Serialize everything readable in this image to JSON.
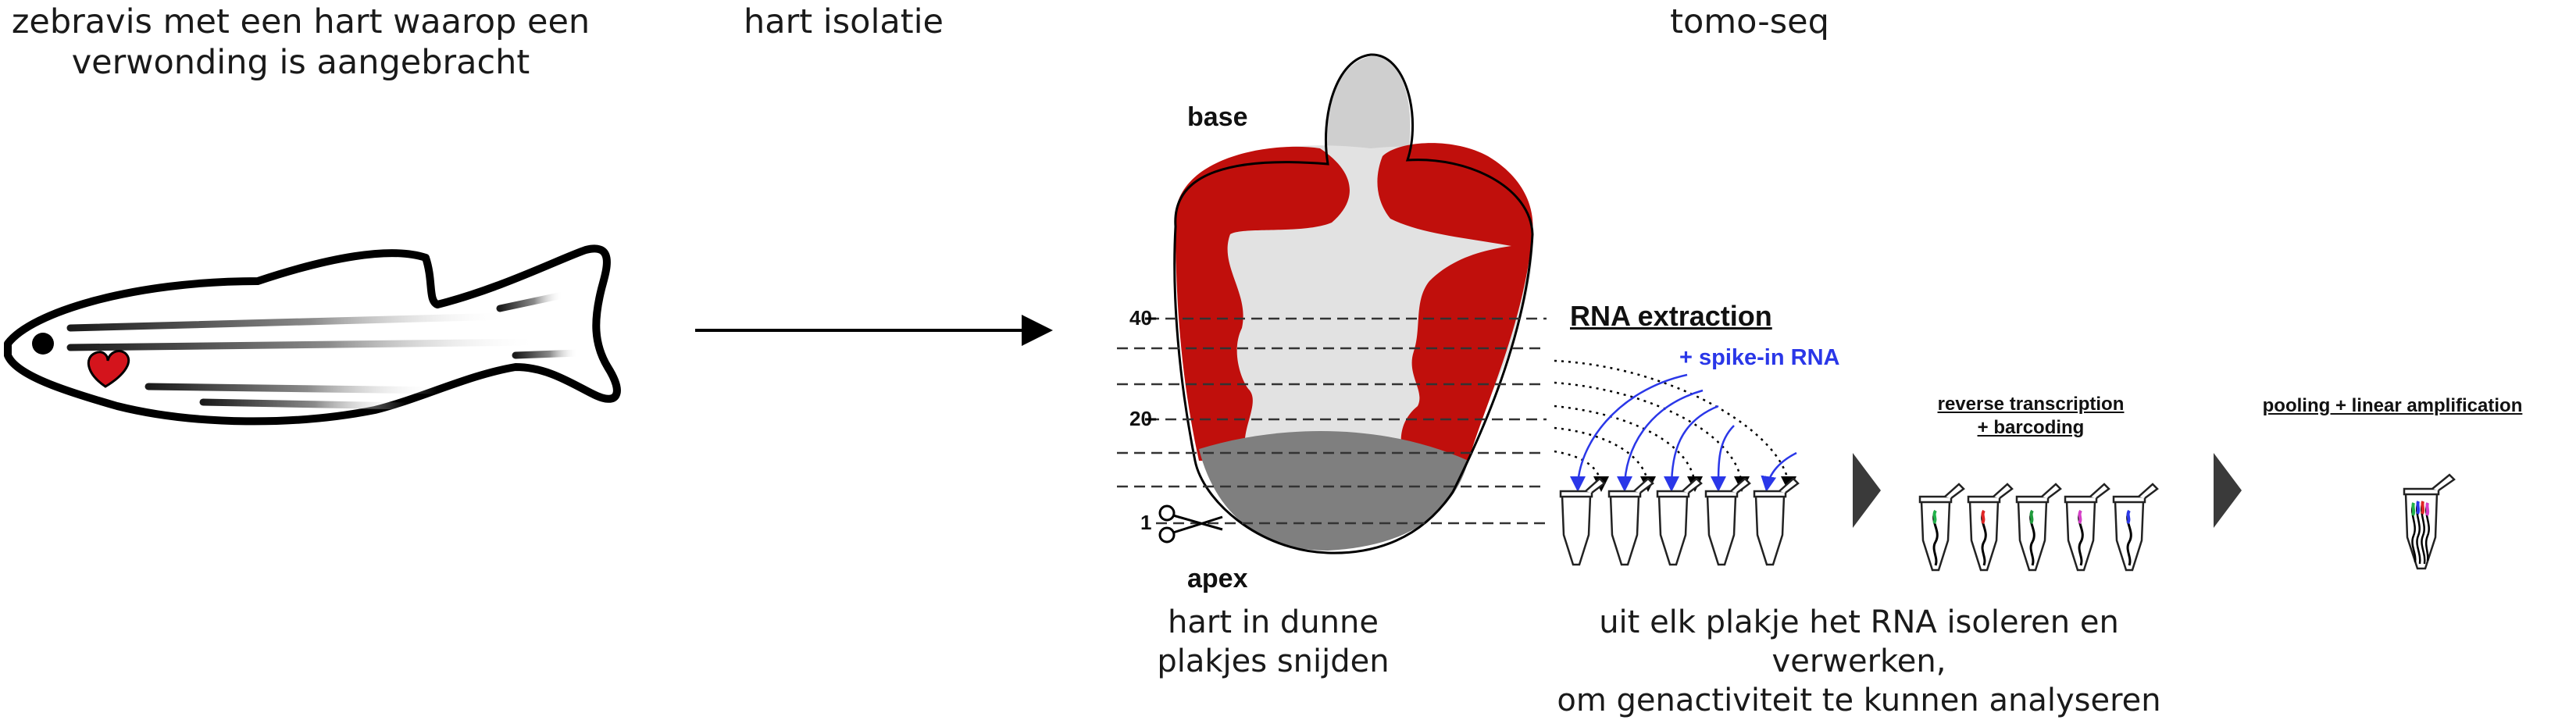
{
  "captions": {
    "fish_title_line1": "zebravis met een hart waarop een",
    "fish_title_line2": "verwonding is aangebracht",
    "isolation_title": "hart isolatie",
    "tomo_title": "tomo-seq",
    "slicing_line1": "hart in dunne",
    "slicing_line2": "plakjes snijden",
    "rna_line1": "uit elk plakje het RNA isoleren en verwerken,",
    "rna_line2": "om genactiviteit te kunnen analyseren"
  },
  "heart": {
    "base_label": "base",
    "apex_label": "apex",
    "section_numbers": [
      "40",
      "20",
      "1"
    ]
  },
  "steps": {
    "rna_extraction": "RNA extraction",
    "spike_in": "+ spike-in RNA",
    "rt_line1": "reverse transcription",
    "rt_line2": "+ barcoding",
    "pooling": "pooling + linear amplification"
  },
  "colors": {
    "heart_red": "#c00f0c",
    "tissue_light": "#e2e2e2",
    "tissue_mid": "#cfcfcf",
    "tissue_dark": "#7f7f7f",
    "spike_blue": "#2a37e8",
    "chevron": "#3a3a3a"
  },
  "icons": {
    "fish": "zebrafish-illustration",
    "heart_symbol": "heart-icon",
    "scissors": "scissors-icon",
    "arrow": "right-arrow-icon",
    "tube": "eppendorf-tube-icon"
  }
}
